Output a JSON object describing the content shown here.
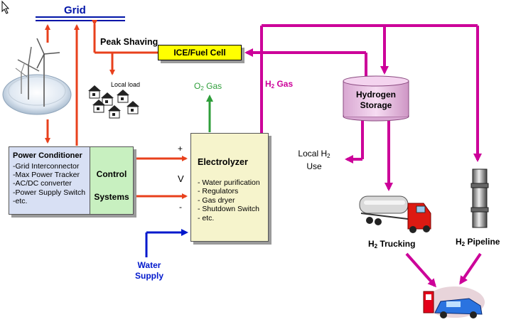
{
  "grid": {
    "label": "Grid"
  },
  "peak_shaving": {
    "label": "Peak Shaving"
  },
  "ice_fuel_cell": {
    "label": "ICE/Fuel Cell"
  },
  "local_load": {
    "label": "Local load"
  },
  "o2_gas": {
    "prefix": "O",
    "sub": "2",
    "suffix": " Gas"
  },
  "h2_gas": {
    "prefix": "H",
    "sub": "2",
    "suffix": " Gas"
  },
  "hydrogen_storage": {
    "line1": "Hydrogen",
    "line2": "Storage"
  },
  "local_h2_use": {
    "line1_prefix": "Local H",
    "line1_sub": "2",
    "line2": "Use"
  },
  "power_conditioner": {
    "title": "Power Conditioner",
    "items": [
      "-Grid Interconnector",
      "-Max Power Tracker",
      "-AC/DC converter",
      "-Power Supply Switch",
      "-etc."
    ]
  },
  "control_systems": {
    "line1": "Control",
    "line2": "Systems"
  },
  "electrolyzer": {
    "title": "Electrolyzer",
    "items": [
      "- Water purification",
      "- Regulators",
      "- Gas dryer",
      "- Shutdown Switch",
      "- etc."
    ]
  },
  "polarity": {
    "plus": "+",
    "v": "V",
    "minus": "-"
  },
  "water_supply": {
    "line1": "Water",
    "line2": "Supply"
  },
  "h2_trucking": {
    "prefix": "H",
    "sub": "2",
    "suffix": " Trucking"
  },
  "h2_pipeline": {
    "prefix": "H",
    "sub": "2",
    "suffix": " Pipeline"
  },
  "colors": {
    "power": "#e8401c",
    "hydrogen": "#cc0099",
    "oxygen": "#2e9e3a",
    "water": "#0018cc",
    "grid": "#0014a8",
    "fuel_cell": "#ffff00",
    "storage": "#f0c8ea",
    "control": "#c8f0c0",
    "electrolyzer": "#f6f4cc",
    "conditioner": "#d8e0f4"
  }
}
